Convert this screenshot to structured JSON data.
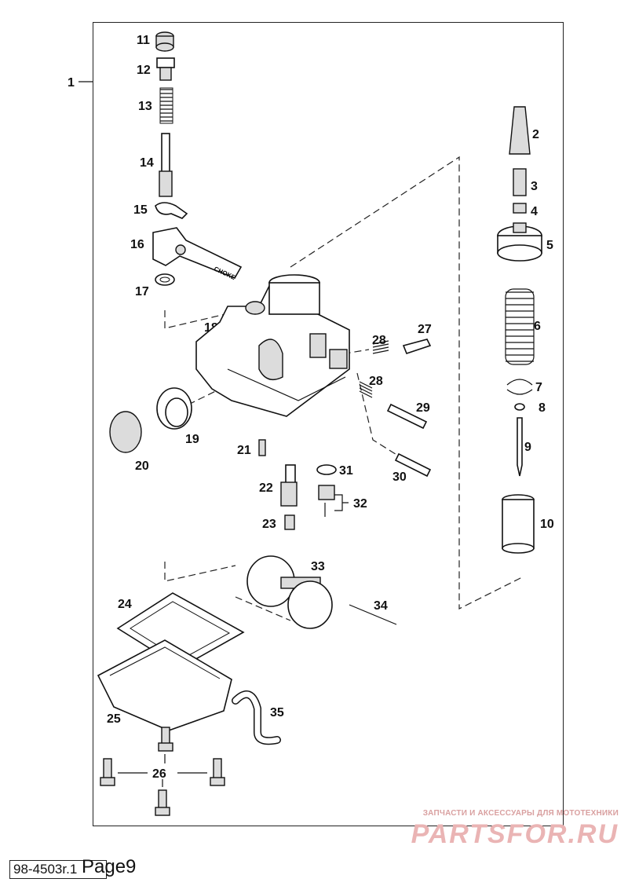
{
  "diagram": {
    "assembly_label": "1",
    "labels": {
      "p2": "2",
      "p3": "3",
      "p4": "4",
      "p5": "5",
      "p6": "6",
      "p7": "7",
      "p8": "8",
      "p9": "9",
      "p10": "10",
      "p11": "11",
      "p12": "12",
      "p13": "13",
      "p14": "14",
      "p15": "15",
      "p16": "16",
      "p17": "17",
      "p18": "18",
      "p19": "19",
      "p20": "20",
      "p21": "21",
      "p22": "22",
      "p23": "23",
      "p24": "24",
      "p25": "25",
      "p26": "26",
      "p27": "27",
      "p28a": "28",
      "p28b": "28",
      "p29": "29",
      "p30": "30",
      "p31": "31",
      "p32": "32",
      "p33": "33",
      "p34": "34",
      "p35": "35"
    },
    "lever_text": "CHOKE"
  },
  "footer": {
    "code": "98-4503r.1",
    "page": "Page9"
  },
  "watermark": {
    "tagline": "ЗАПЧАСТИ И АКСЕССУАРЫ ДЛЯ МОТОТЕХНИКИ",
    "brand": "PARTSFOR.RU"
  }
}
